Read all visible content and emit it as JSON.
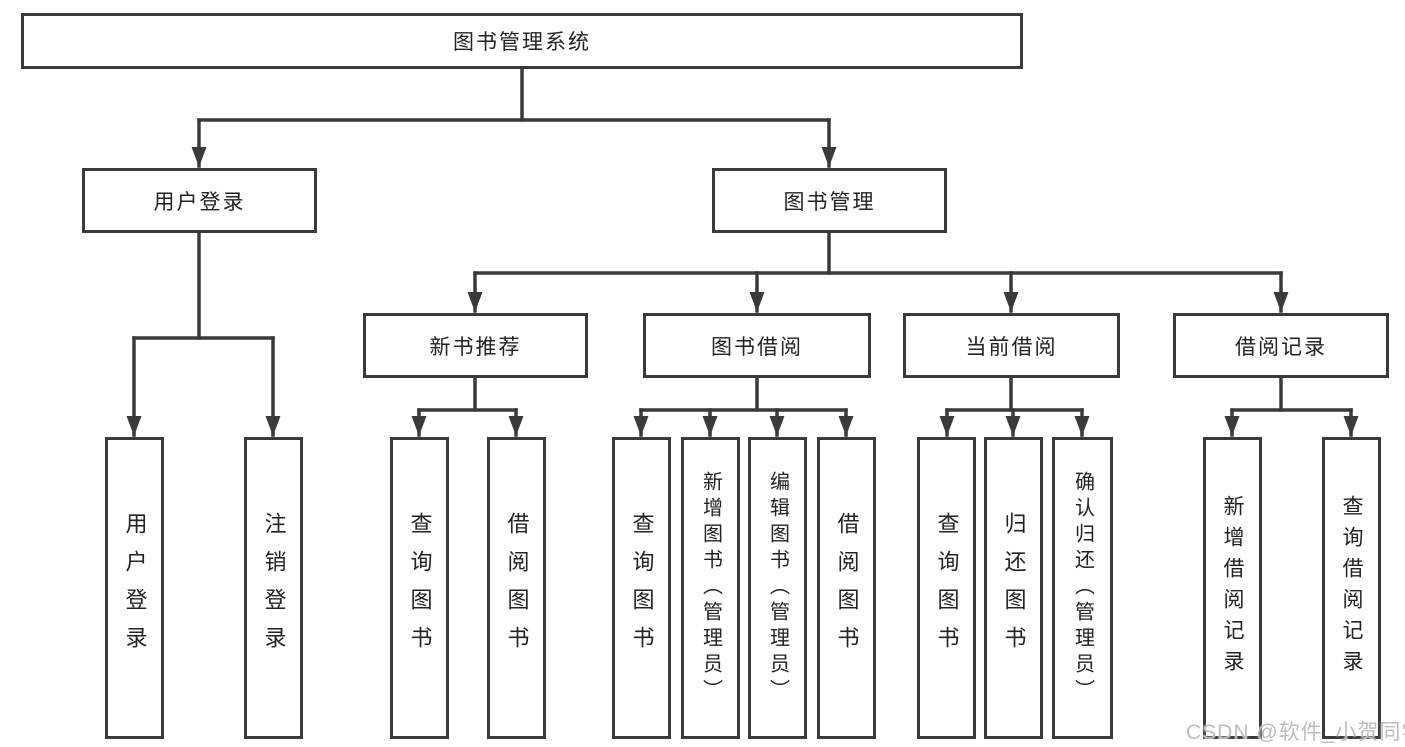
{
  "diagram": {
    "root": "图书管理系统",
    "level2": [
      "用户登录",
      "图书管理"
    ],
    "level3": [
      "新书推荐",
      "图书借阅",
      "当前借阅",
      "借阅记录"
    ],
    "leaves": [
      "用户登录",
      "注销登录",
      "查询图书",
      "借阅图书",
      "查询图书",
      "新增图书（管理员）",
      "编辑图书（管理员）",
      "借阅图书",
      "查询图书",
      "归还图书",
      "确认归还（管理员）",
      "新增借阅记录",
      "查询借阅记录"
    ],
    "edges": {
      "图书管理系统": [
        "用户登录",
        "图书管理"
      ],
      "用户登录": [
        "用户登录",
        "注销登录"
      ],
      "图书管理": [
        "新书推荐",
        "图书借阅",
        "当前借阅",
        "借阅记录"
      ],
      "新书推荐": [
        "查询图书",
        "借阅图书"
      ],
      "图书借阅": [
        "查询图书",
        "新增图书（管理员）",
        "编辑图书（管理员）",
        "借阅图书"
      ],
      "当前借阅": [
        "查询图书",
        "归还图书",
        "确认归还（管理员）"
      ],
      "借阅记录": [
        "新增借阅记录",
        "查询借阅记录"
      ]
    }
  },
  "watermark": {
    "text": "CSDN @软件_小贺同学"
  },
  "colors": {
    "line": "#3a3a3a",
    "text": "#222222",
    "background": "#ffffff",
    "watermark": "#bdbdbd"
  }
}
